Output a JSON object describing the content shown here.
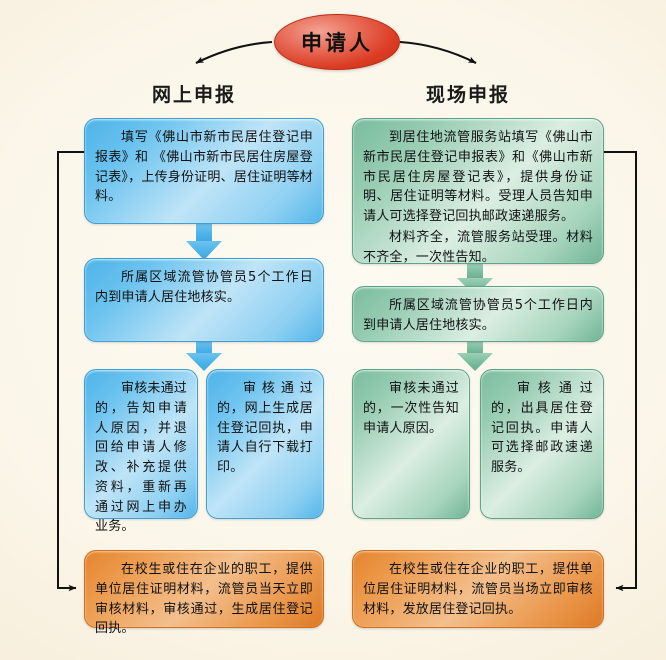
{
  "title": {
    "label": "申请人"
  },
  "columns": [
    {
      "key": "online",
      "label": "网上申报",
      "accent": "#4eb3e8"
    },
    {
      "key": "onsite",
      "label": "现场申报",
      "accent": "#79bc9e"
    }
  ],
  "online": {
    "step1": "填写《佛山市新市民居住登记申报表》和 《佛山市新市民居住房屋登记表》，上传身份证明、居住证明等材料。",
    "step2": "所属区域流管协管员5个工作日内到申请人居住地核实。",
    "step3_fail": "审核未通过的，告知申请人原因，并退回给申请人修改、补充提供资料，重新再通过网上申办业务。",
    "step3_pass": "审核通过的，网上生成居住登记回执，申请人自行下载打印。",
    "note": "在校生或住在企业的职工，提供单位居住证明材料，流管员当天立即审核材料，审核通过，生成居住登记回执。"
  },
  "onsite": {
    "step1_a": "到居住地流管服务站填写《佛山市新市民居住登记申报表》和《佛山市新市民居住房屋登记表》，提供身份证明、居住证明等材料。受理人员告知申请人可选择登记回执邮政速递服务。",
    "step1_b": "材料齐全，流管服务站受理。材料不齐全，一次性告知。",
    "step2": "所属区域流管协管员5个工作日内到申请人居住地核实。",
    "step3_fail": "审核未通过的，一次性告知申请人原因。",
    "step3_pass": "审核通过的，出具居住登记回执。申请人可选择邮政速递服务。",
    "note": "在校生或住在企业的职工，提供单位居住证明材料，流管员当场立即审核材料，发放居住登记回执。"
  },
  "colors": {
    "background": "#fbf6ea",
    "blue": "#4eb3e8",
    "green": "#79bc9e",
    "orange": "#e5842f",
    "red": "#dc3b23",
    "connector": "#111111"
  }
}
